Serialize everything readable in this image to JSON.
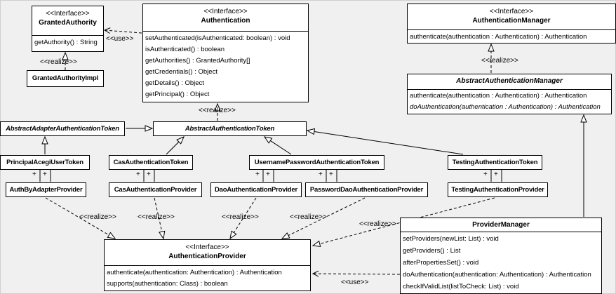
{
  "labels": {
    "use": "<<use>>",
    "realize": "<<realize>>",
    "plus": "+"
  },
  "classes": {
    "granted_authority": {
      "stereotype": "<<Interface>>",
      "name": "GrantedAuthority",
      "methods": [
        "getAuthority() : String"
      ]
    },
    "granted_authority_impl": {
      "name": "GrantedAuthorityImpl"
    },
    "authentication": {
      "stereotype": "<<Interface>>",
      "name": "Authentication",
      "methods": [
        "setAuthenticated(isAuthenticated: boolean) : void",
        "isAuthenticated() : boolean",
        "getAuthorities() : GrantedAuthority[]",
        "getCredentials() : Object",
        "getDetails() : Object",
        "getPrincipal() : Object"
      ]
    },
    "authentication_manager": {
      "stereotype": "<<Interface>>",
      "name": "AuthenticationManager",
      "methods": [
        "authenticate(authentication : Authentication) : Authentication"
      ]
    },
    "abstract_authentication_manager": {
      "name": "AbstractAuthenticationManager",
      "methods": [
        "authenticate(authentication : Authentication) : Authentication",
        "doAuthentication(authentication : Authentication) : Authentication"
      ]
    },
    "abstract_adapter_authentication_token": {
      "name": "AbstractAdapterAuthenticationToken"
    },
    "abstract_authentication_token": {
      "name": "AbstractAuthenticationToken"
    },
    "principal_acegi_user_token": {
      "name": "PrincipalAcegiUserToken"
    },
    "cas_authentication_token": {
      "name": "CasAuthenticationToken"
    },
    "username_password_authentication_token": {
      "name": "UsernamePasswordAuthenticationToken"
    },
    "testing_authentication_token": {
      "name": "TestingAuthenticationToken"
    },
    "auth_by_adapter_provider": {
      "name": "AuthByAdapterProvider"
    },
    "cas_authentication_provider": {
      "name": "CasAuthenticationProvider"
    },
    "dao_authentication_provider": {
      "name": "DaoAuthenticationProvider"
    },
    "password_dao_authentication_provider": {
      "name": "PasswordDaoAuthenticationProvider"
    },
    "testing_authentication_provider": {
      "name": "TestingAuthenticationProvider"
    },
    "authentication_provider": {
      "stereotype": "<<Interface>>",
      "name": "AuthenticationProvider",
      "methods": [
        "authenticate(authentication: Authentication) : Authentication",
        "supports(authentication: Class) : boolean"
      ]
    },
    "provider_manager": {
      "name": "ProviderManager",
      "methods": [
        "setProviders(newList: List) : void",
        "getProviders() : List",
        "afterPropertiesSet() : void",
        "doAuthentication(authentication: Authentication) : Authentication",
        "checkIfValidList(listToCheck: List) : void"
      ]
    }
  }
}
